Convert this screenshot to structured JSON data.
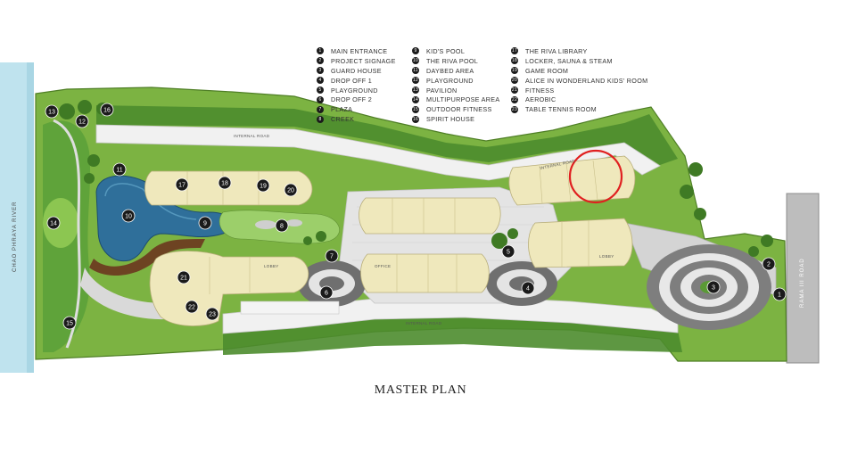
{
  "title": "MASTER PLAN",
  "legend": {
    "col1": [
      {
        "n": "1",
        "label": "MAIN ENTRANCE"
      },
      {
        "n": "2",
        "label": "PROJECT SIGNAGE"
      },
      {
        "n": "3",
        "label": "GUARD HOUSE"
      },
      {
        "n": "4",
        "label": "DROP OFF 1"
      },
      {
        "n": "5",
        "label": "PLAYGROUND"
      },
      {
        "n": "6",
        "label": "DROP OFF 2"
      },
      {
        "n": "7",
        "label": "PLAZA"
      },
      {
        "n": "8",
        "label": "CREEK"
      }
    ],
    "col2": [
      {
        "n": "9",
        "label": "KID'S POOL"
      },
      {
        "n": "10",
        "label": "THE RIVA POOL"
      },
      {
        "n": "11",
        "label": "DAYBED AREA"
      },
      {
        "n": "12",
        "label": "PLAYGROUND"
      },
      {
        "n": "13",
        "label": "PAVILION"
      },
      {
        "n": "14",
        "label": "MULTIPURPOSE AREA"
      },
      {
        "n": "15",
        "label": "OUTDOOR FITNESS"
      },
      {
        "n": "16",
        "label": "SPIRIT HOUSE"
      }
    ],
    "col3": [
      {
        "n": "17",
        "label": "THE RIVA LIBRARY"
      },
      {
        "n": "18",
        "label": "LOCKER, SAUNA & STEAM"
      },
      {
        "n": "19",
        "label": "GAME ROOM"
      },
      {
        "n": "20",
        "label": "ALICE IN WONDERLAND KIDS' ROOM"
      },
      {
        "n": "21",
        "label": "FITNESS"
      },
      {
        "n": "22",
        "label": "AEROBIC"
      },
      {
        "n": "23",
        "label": "TABLE TENNIS ROOM"
      }
    ]
  },
  "labels": {
    "river": "CHAO PHRAYA RIVER",
    "road": "RAMA III ROAD",
    "internal_road": "INTERNAL ROAD",
    "lobby": "LOBBY",
    "office": "OFFICE"
  },
  "markers": [
    "1",
    "2",
    "3",
    "4",
    "5",
    "6",
    "7",
    "8",
    "9",
    "10",
    "11",
    "12",
    "13",
    "14",
    "15",
    "16",
    "17",
    "18",
    "19",
    "20",
    "21",
    "22",
    "23"
  ],
  "colors": {
    "water": "#bfe3ee",
    "grass": "#7cb342",
    "tree": "#4c8c2e",
    "building": "#efe8bc",
    "highlight": "#e02020"
  }
}
